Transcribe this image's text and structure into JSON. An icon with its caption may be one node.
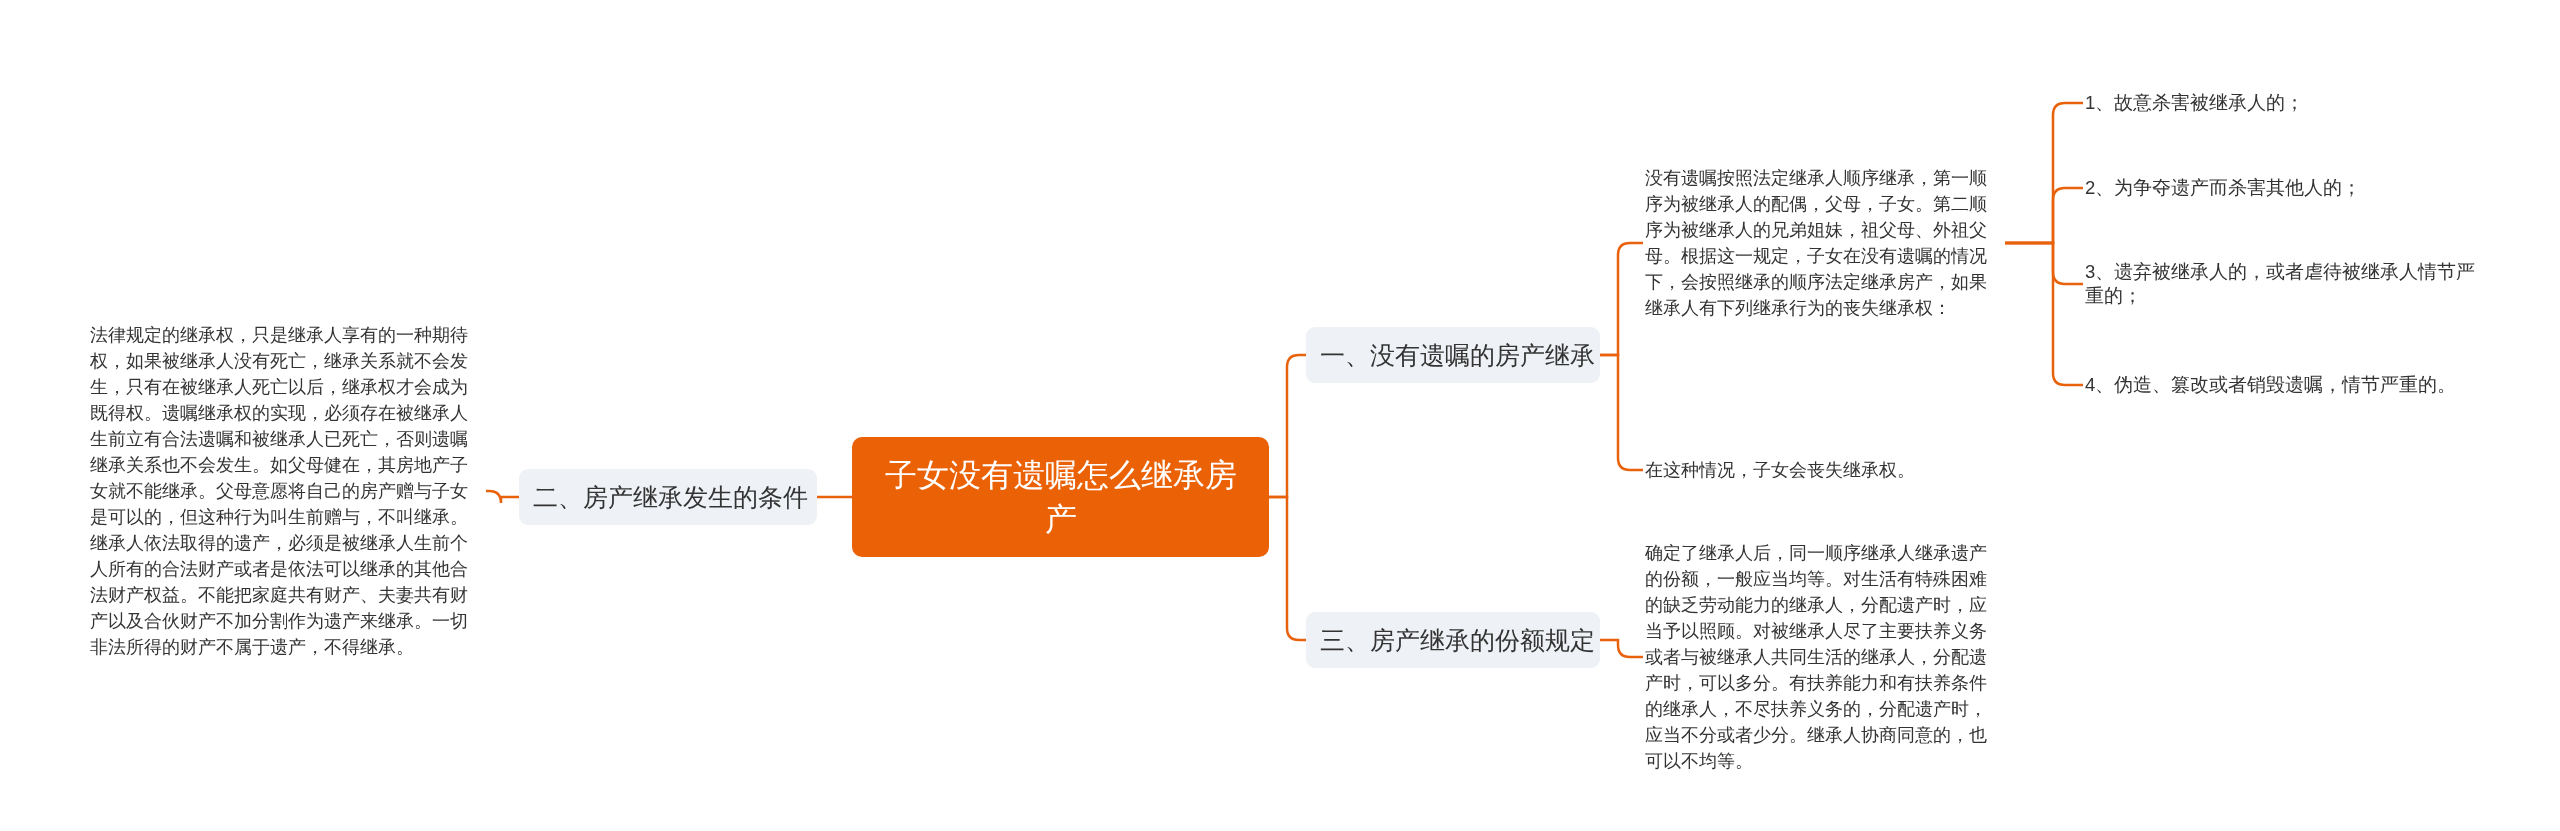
{
  "diagram": {
    "nodes": [
      {
        "text": [
          "子女没有遗嘱怎么继承房产"
        ]
      },
      {
        "text": [
          "一、没有遗嘱的房产继承"
        ]
      },
      {
        "text": [
          "没有遗嘱按照法定继承人顺序继承，第一顺序为被继承人的配偶，父母，子女。第二顺序为被继承人的兄弟姐妹，祖父母、外祖父母。根据这一规定，子女在没有遗嘱的情况下，会按照继承的顺序法定继承房产，如果继承人有下列继承行为的丧失继承权："
        ]
      },
      {
        "text": [
          "1、故意杀害被继承人的；"
        ]
      },
      {
        "text": [
          "2、为争夺遗产而杀害其他人的；"
        ]
      },
      {
        "text": [
          "3、遗弃被继承人的，或者虐待被继承人情节严重的；"
        ]
      },
      {
        "text": [
          "4、伪造、篡改或者销毁遗嘱，情节严重的。"
        ]
      },
      {
        "text": [
          "在这种情况，子女会丧失继承权。"
        ]
      },
      {
        "text": [
          "二、房产继承发生的条件"
        ]
      },
      {
        "text": [
          "法律规定的继承权，只是继承人享有的一种期待权，如果被继承人没有死亡，继承关系就不会发生，只有在被继承人死亡以后，继承权才会成为既得权。遗嘱继承权的实现，必须存在被继承人生前立有合法遗嘱和被继承人已死亡，否则遗嘱继承关系也不会发生。如父母健在，其房地产子女就不能继承。父母意愿将自己的房产赠与子女是可以的，但这种行为叫生前赠与，不叫继承。继承人依法取得的遗产，必须是被继承人生前个人所有的合法财产或者是依法可以继承的其他合法财产权益。不能把家庭共有财产、夫妻共有财产以及合伙财产不加分割作为遗产来继承。一切非法所得的财产不属于遗产，不得继承。"
        ]
      },
      {
        "text": [
          "三、房产继承的份额规定"
        ]
      },
      {
        "text": [
          "确定了继承人后，同一顺序继承人继承遗产的份额，一般应当均等。对生活有特殊困难的缺乏劳动能力的继承人，分配遗产时，应当予以照顾。对被继承人尽了主要扶养义务或者与被继承人共同生活的继承人，分配遗产时，可以多分。有扶养能力和有扶养条件的继承人，不尽扶养义务的，分配遗产时，应当不分或者少分。继承人协商同意的，也可以不均等。"
        ]
      }
    ],
    "edges": [
      {
        "from": 0,
        "to": 1,
        "arrow": "none"
      },
      {
        "from": 1,
        "to": 2,
        "arrow": "none"
      },
      {
        "from": 2,
        "to": 3,
        "arrow": "none"
      },
      {
        "from": 2,
        "to": 4,
        "arrow": "none"
      },
      {
        "from": 2,
        "to": 5,
        "arrow": "none"
      },
      {
        "from": 2,
        "to": 6,
        "arrow": "none"
      },
      {
        "from": 1,
        "to": 7,
        "arrow": "none"
      },
      {
        "from": 0,
        "to": 8,
        "arrow": "none"
      },
      {
        "from": 8,
        "to": 9,
        "arrow": "none"
      },
      {
        "from": 0,
        "to": 10,
        "arrow": "none"
      },
      {
        "from": 10,
        "to": 11,
        "arrow": "none"
      }
    ]
  }
}
